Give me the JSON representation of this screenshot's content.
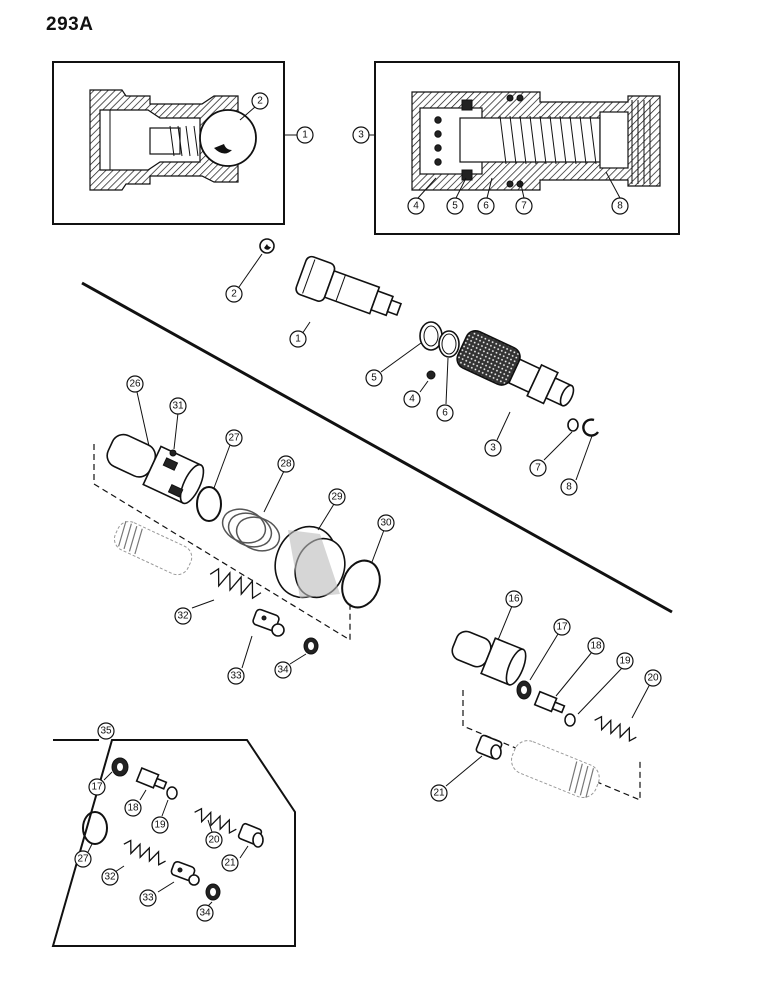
{
  "page_title": "293A",
  "callouts": {
    "c1a": "1",
    "c2a": "2",
    "c3a": "3",
    "c4a": "4",
    "c5a": "5",
    "c6a": "6",
    "c7a": "7",
    "c8a": "8",
    "c2b": "2",
    "c1b": "1",
    "c5b": "5",
    "c4b": "4",
    "c6b": "6",
    "c3b": "3",
    "c7b": "7",
    "c8b": "8",
    "c26": "26",
    "c31": "31",
    "c27a": "27",
    "c28": "28",
    "c29": "29",
    "c30": "30",
    "c32a": "32",
    "c33a": "33",
    "c34a": "34",
    "c16": "16",
    "c17a": "17",
    "c18a": "18",
    "c19a": "19",
    "c20a": "20",
    "c21a": "21",
    "c35": "35",
    "c17b": "17",
    "c18b": "18",
    "c19b": "19",
    "c20b": "20",
    "c27b": "27",
    "c21b": "21",
    "c32b": "32",
    "c33b": "33",
    "c34b": "34"
  }
}
